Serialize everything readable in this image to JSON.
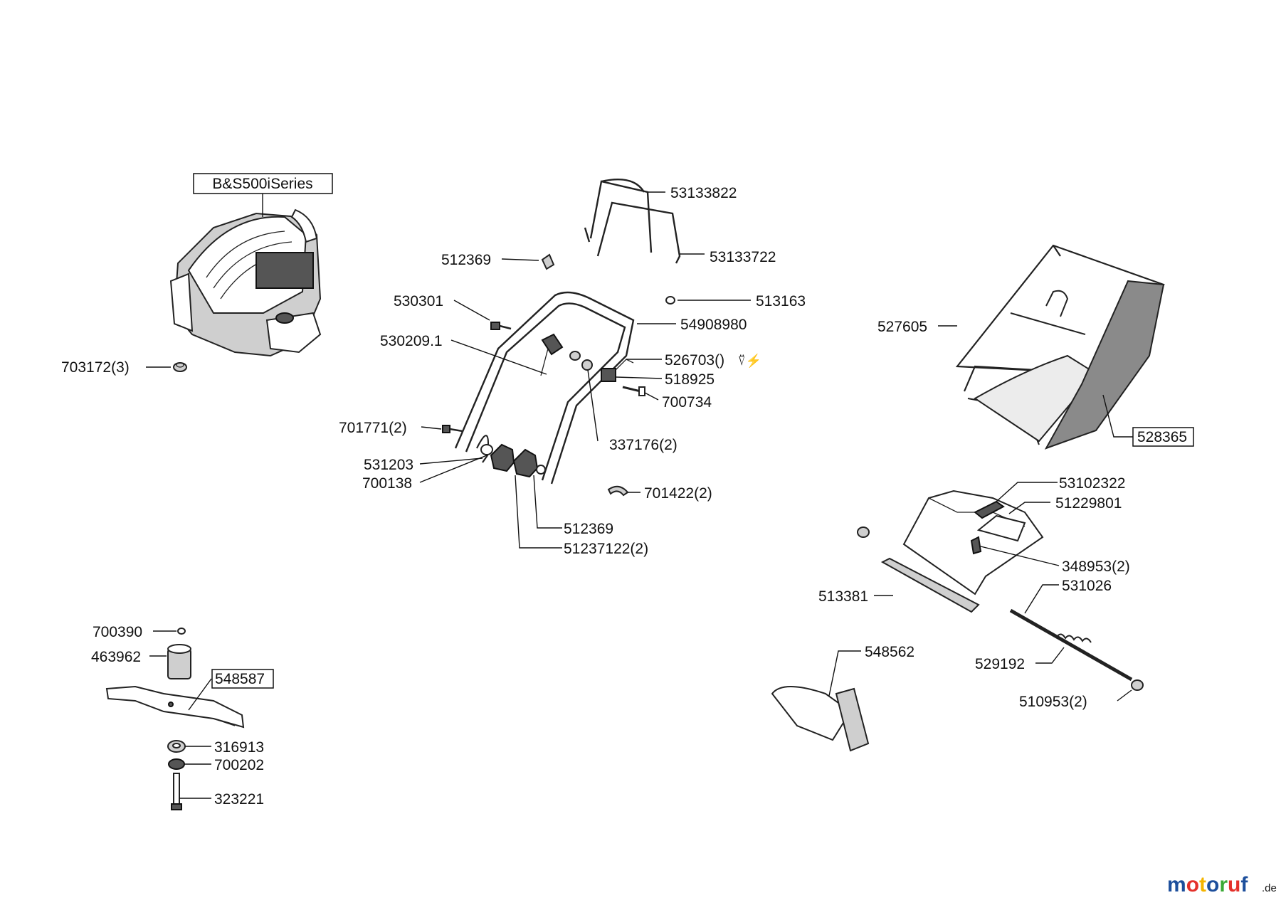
{
  "labels": {
    "engine_box": "B&S500iSeries",
    "p703172": "703172(3)",
    "p53133822": "53133822",
    "p53133722": "53133722",
    "p512369_top": "512369",
    "p513163": "513163",
    "p530301": "530301",
    "p54908980": "54908980",
    "p530209": "530209.1",
    "p526703": "526703()",
    "p518925": "518925",
    "p700734": "700734",
    "p701771": "701771(2)",
    "p337176": "337176(2)",
    "p531203": "531203",
    "p700138": "700138",
    "p701422": "701422(2)",
    "p512369_bottom": "512369",
    "p51237122": "51237122(2)",
    "p527605": "527605",
    "p528365": "528365",
    "p53102322": "53102322",
    "p51229801": "51229801",
    "p348953": "348953(2)",
    "p513381": "513381",
    "p531026": "531026",
    "p529192": "529192",
    "p510953": "510953(2)",
    "p548562": "548562",
    "p700390": "700390",
    "p463962": "463962",
    "p548587": "548587",
    "p316913": "316913",
    "p700202": "700202",
    "p323221": "323221"
  },
  "watermark": {
    "main": "motoruf",
    "suffix": ".de",
    "colors": [
      "#1d4f9c",
      "#e4312b",
      "#f4b400",
      "#1d4f9c",
      "#3aa935",
      "#e4312b",
      "#1d4f9c"
    ]
  }
}
